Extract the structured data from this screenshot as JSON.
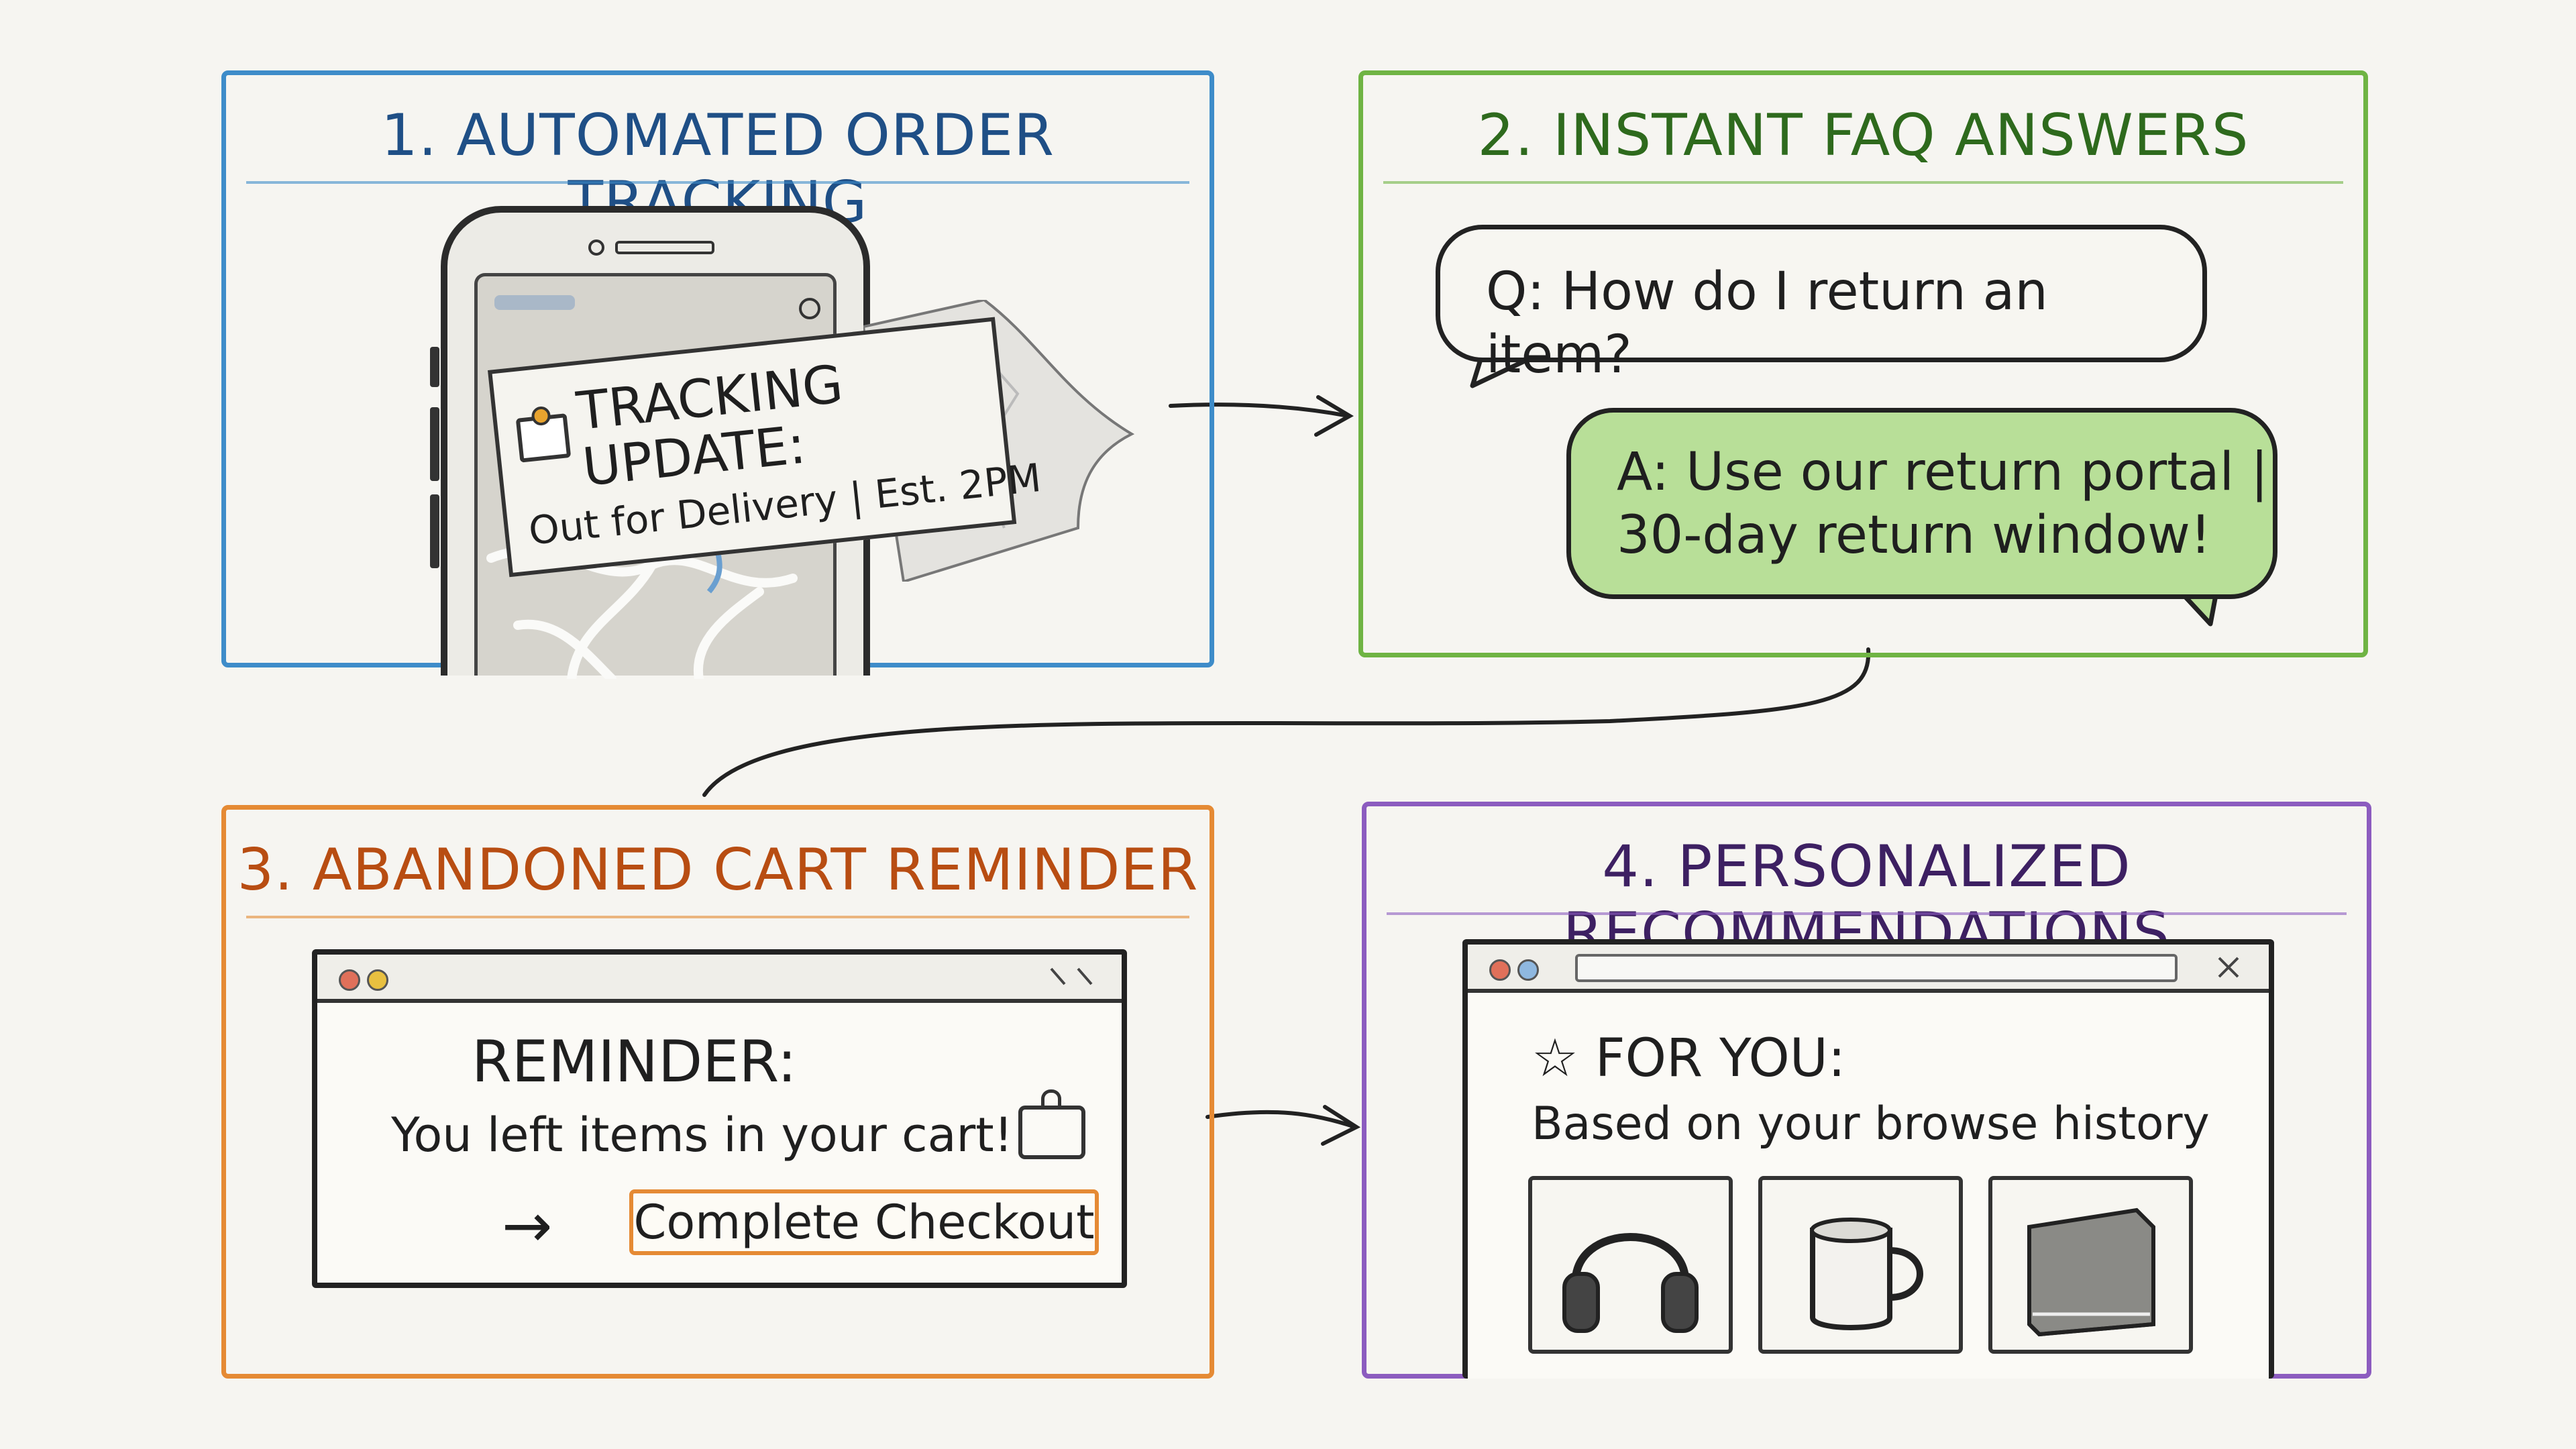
{
  "panels": {
    "tracking": {
      "title": "1. Automated Order Tracking",
      "notification_title_line1": "Tracking",
      "notification_title_line2": "Update:",
      "notification_body": "Out for Delivery | Est. 2PM",
      "icon": "package-icon"
    },
    "faq": {
      "title": "2. Instant FAQ Answers",
      "question": "Q: How do I return an item?",
      "answer_line1": "A: Use our return portal |",
      "answer_line2": "30-day return window!"
    },
    "cart": {
      "title": "3. Abandoned Cart Reminder",
      "reminder_title": "Reminder:",
      "reminder_body": "You left items in your cart!",
      "cta_label": "Complete Checkout",
      "icon": "warning-icon"
    },
    "recommendations": {
      "title": "4. Personalized Recommendations",
      "for_you": "For You:",
      "subtitle": "Based on your browse history",
      "items": [
        {
          "icon": "headphones-icon"
        },
        {
          "icon": "mug-icon"
        },
        {
          "icon": "book-icon"
        }
      ]
    }
  },
  "colors": {
    "tracking": "#3e8cc9",
    "faq": "#6fb444",
    "cart": "#e58a34",
    "recommendations": "#8c5cbf",
    "answer_bubble": "#b8df98"
  }
}
